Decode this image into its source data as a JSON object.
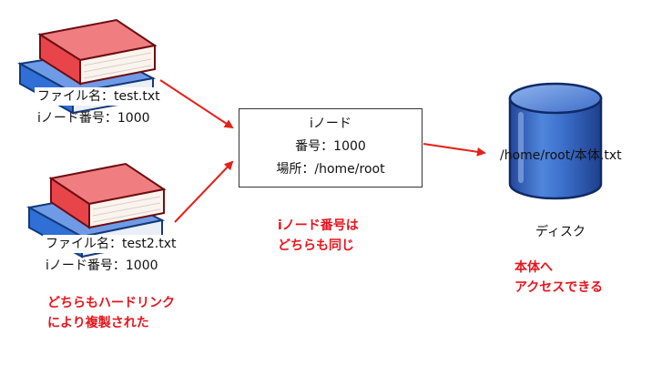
{
  "colors": {
    "note_red": "#e8141c",
    "arrow_red": "#e32119",
    "book_red": "#e8454a",
    "book_blue": "#2f6fd6",
    "disk_blue": "#3b6ec9"
  },
  "icons": [
    "book-stack-icon",
    "disk-cylinder-icon"
  ],
  "file1": {
    "name_line": "ファイル名：test.txt",
    "inode_line": "iノード番号：1000"
  },
  "file2": {
    "name_line": "ファイル名：test2.txt",
    "inode_line": "iノード番号：1000"
  },
  "inode": {
    "title": "iノード",
    "number_line": "番号：1000",
    "location_line": "場所：/home/root"
  },
  "disk": {
    "path": "/home/root/本体.txt",
    "label": "ディスク"
  },
  "notes": {
    "hardlink": [
      "どちらもハードリンク",
      "により複製された"
    ],
    "same_inode": [
      "iノード番号は",
      "どちらも同じ"
    ],
    "access": [
      "本体へ",
      "アクセスできる"
    ]
  }
}
